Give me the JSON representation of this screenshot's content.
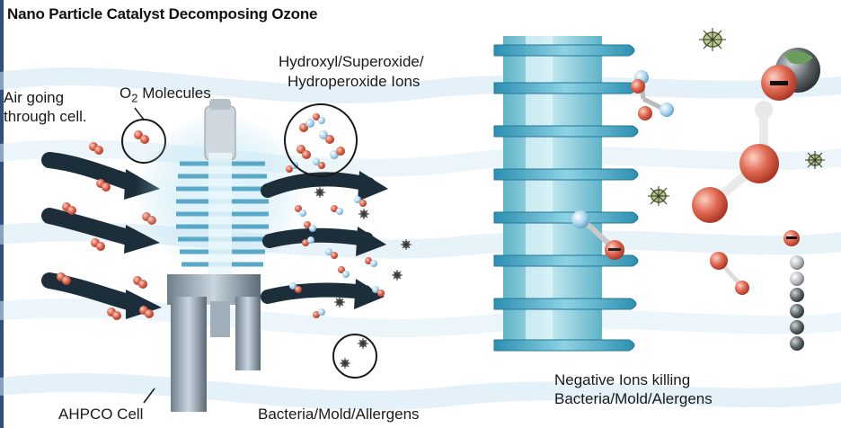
{
  "title": "Nano Particle Catalyst Decomposing Ozone",
  "labels": {
    "air_line1": "Air going",
    "air_line2": "through cell.",
    "o2_main": "O",
    "o2_sub": "2",
    "o2_rest": " Molecules",
    "ions_line1": "Hydroxyl/Superoxide/",
    "ions_line2": "Hydroperoxide Ions",
    "cell": "AHPCO Cell",
    "bacteria": "Bacteria/Mold/Allergens",
    "neg_line1": "Negative Ions killing",
    "neg_line2": "Bacteria/Mold/Alergens"
  },
  "colors": {
    "accent_blue": "#7fb6dc",
    "arrow_dark": "#1c2e3a",
    "molecule_red": "#e06b55",
    "molecule_blue": "#a9d3ec",
    "rings": "#5aa8c8",
    "tower": "#7cc3d6"
  },
  "icons": [
    "bacteria-icon",
    "negative-ion-icon",
    "molecule-icon"
  ]
}
